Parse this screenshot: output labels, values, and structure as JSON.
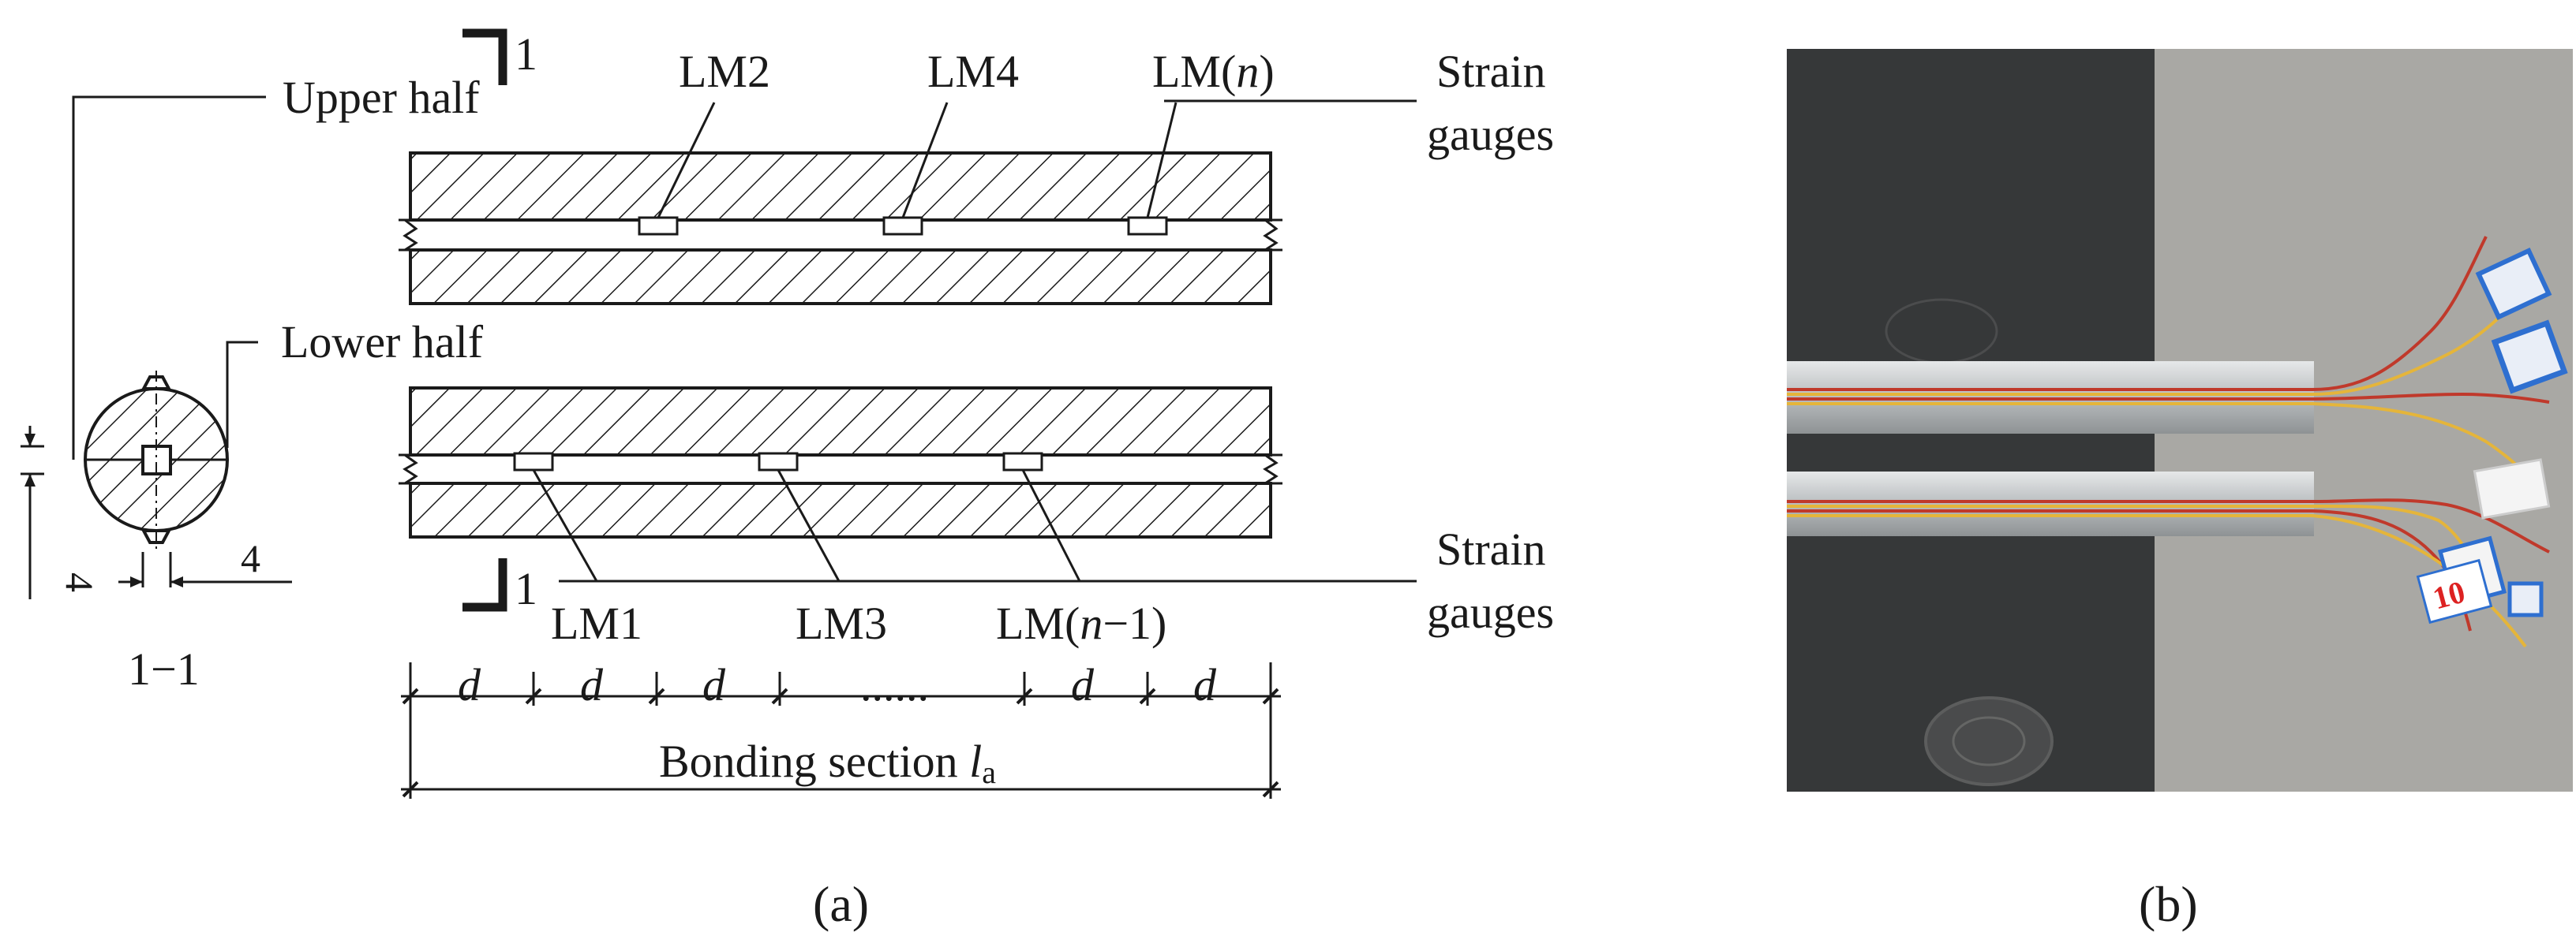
{
  "diagram_a": {
    "caption": "(a)",
    "section_marker": "1",
    "section_title": "1−1",
    "cross_section": {
      "upper_label": "Upper half",
      "lower_label": "Lower half",
      "dim_vertical": "4",
      "dim_horizontal": "4"
    },
    "upper_strip": {
      "gauge_labels": [
        "LM2",
        "LM4",
        "LM(n)"
      ],
      "strain_label_line1": "Strain",
      "strain_label_line2": "gauges"
    },
    "lower_strip": {
      "gauge_labels": [
        "LM1",
        "LM3",
        "LM(n−1)"
      ],
      "strain_label_line1": "Strain",
      "strain_label_line2": "gauges"
    },
    "spacing": {
      "labels": [
        "d",
        "d",
        "d",
        "......",
        "d",
        "d"
      ]
    },
    "bonding": {
      "text": "Bonding section ",
      "symbol": "l",
      "subscript": "a"
    }
  },
  "photo_b": {
    "caption": "(b)",
    "tags": [
      "10"
    ]
  },
  "colors": {
    "line": "#1a1a1a",
    "photo_dark": "#3b3c3e",
    "photo_light": "#a9a8a4",
    "steel": "#c9ccce",
    "wire_red": "#c0392b",
    "wire_yellow": "#e5b53a",
    "tag_blue": "#2e6fd0"
  }
}
